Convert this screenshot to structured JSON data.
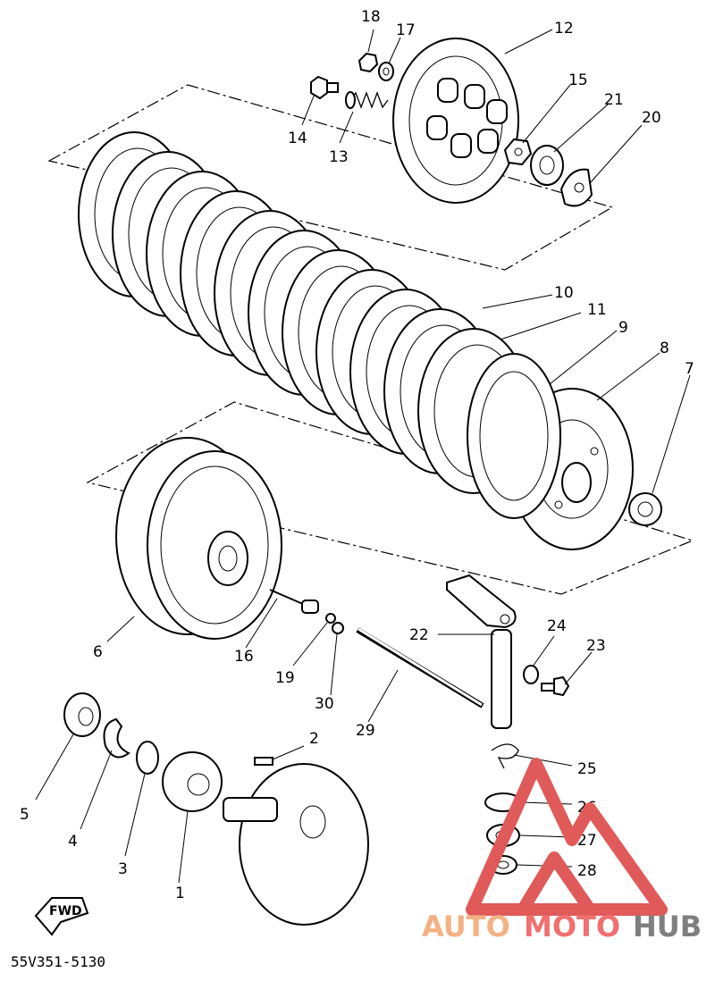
{
  "diagram_code": "55V351-5130",
  "fwd_label": "FWD",
  "watermark": {
    "part1": "AUTO",
    "part2": "MOTO",
    "part3": "HUB",
    "colors": {
      "auto": "#f4b183",
      "moto": "#f07070",
      "hub": "#7f7f7f",
      "triangle": "#e05a5a"
    }
  },
  "callouts": [
    "1",
    "2",
    "3",
    "4",
    "5",
    "6",
    "7",
    "8",
    "9",
    "10",
    "11",
    "12",
    "13",
    "14",
    "15",
    "16",
    "17",
    "18",
    "19",
    "20",
    "21",
    "22",
    "23",
    "24",
    "25",
    "26",
    "27",
    "28",
    "29",
    "30"
  ]
}
